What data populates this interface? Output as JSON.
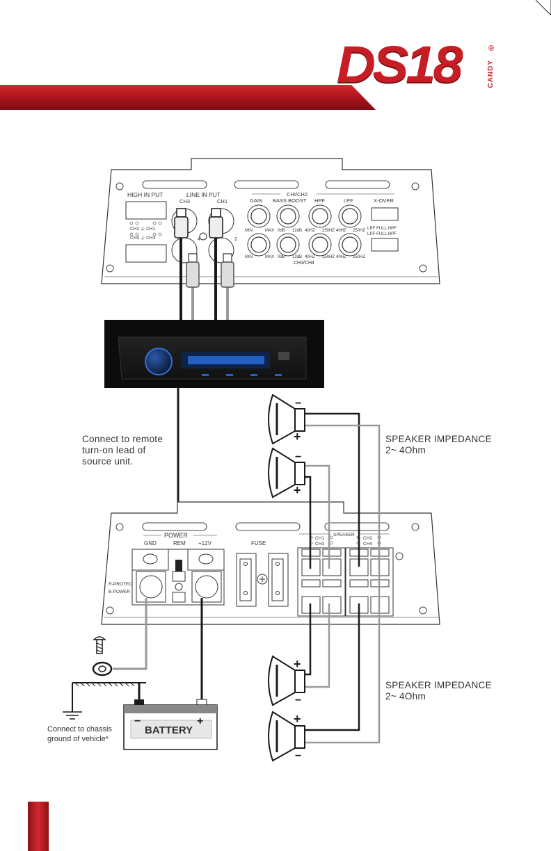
{
  "brand": {
    "logo": "DS18",
    "sub": "CANDY",
    "reg": "®"
  },
  "amp_top": {
    "high_input": "HIGH IN PUT",
    "line_input": "LINE IN PUT",
    "ch3": "CH3",
    "ch1": "CH1",
    "ch2_ch1": "CH2 ⏚ CH1",
    "ch4_ch3": "CH4 ⏚ CH3",
    "ch12_header": "CHI/CH2",
    "ch34_footer": "CH3/CH4",
    "knobs": [
      "GAIN",
      "BASS BOOST",
      "HPF",
      "LPF"
    ],
    "xover": "X-OVER",
    "xover_modes": "LPF FULL HPF",
    "knob_range_rows": [
      [
        "MIN",
        "MAX",
        "0dB",
        "12dB",
        "40HZ",
        "250HZ",
        "40HZ",
        "250HZ"
      ]
    ],
    "rca_labels": [
      "4",
      "2"
    ]
  },
  "notes": {
    "remote": [
      "Connect to remote",
      "turn-on lead of",
      "source unit."
    ],
    "impedance_top": [
      "SPEAKER IMPEDANCE",
      "2~ 4Ohm"
    ],
    "impedance_bottom": [
      "SPEAKER IMPEDANCE",
      "2~ 4Ohm"
    ],
    "chassis": [
      "Connect to chassis",
      "ground of vehicle*"
    ]
  },
  "amp_bottom": {
    "power": "POWER",
    "gnd": "GND",
    "rem": "REM",
    "v12": "+12V",
    "fuse": "FUSE",
    "speaker": "SPEAKER",
    "ch1": "CH1",
    "ch3": "CH3",
    "ch2": "CH2",
    "ch4": "CH4",
    "r_protect": "R-PROTECT",
    "b_power": "B-POWER"
  },
  "battery": {
    "label": "BATTERY",
    "minus": "−",
    "plus": "+"
  },
  "polarity": {
    "minus": "−",
    "plus": "+"
  },
  "colors": {
    "accent": "#c71e26",
    "wire_dark": "#1a1a1a",
    "wire_gray": "#9a9a9a"
  }
}
